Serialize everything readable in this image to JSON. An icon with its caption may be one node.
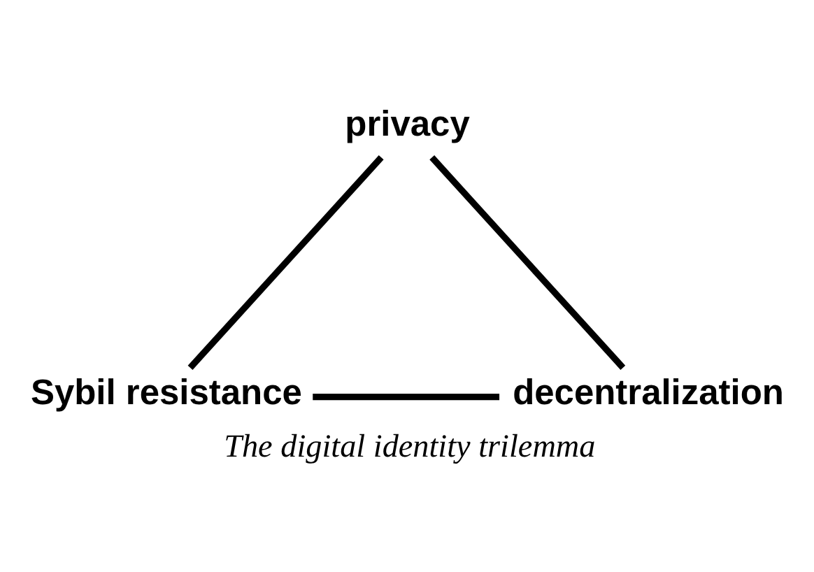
{
  "diagram": {
    "caption": "The digital identity trilemma",
    "nodes": [
      {
        "text": [
          "privacy"
        ]
      },
      {
        "text": [
          "Sybil resistance"
        ]
      },
      {
        "text": [
          "decentralization"
        ]
      }
    ],
    "edges": [
      {
        "from": 0,
        "to": 1,
        "arrow": "none"
      },
      {
        "from": 0,
        "to": 2,
        "arrow": "none"
      },
      {
        "from": 1,
        "to": 2,
        "arrow": "none"
      }
    ]
  }
}
